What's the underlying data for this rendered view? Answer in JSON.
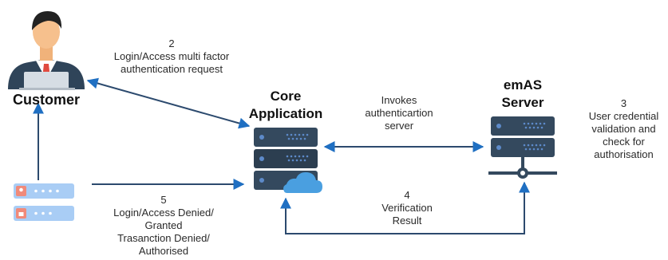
{
  "nodes": {
    "customer": {
      "label": "Customer"
    },
    "core_app": {
      "label_line1": "Core",
      "label_line2": "Application"
    },
    "emas": {
      "label_line1": "emAS",
      "label_line2": "Server"
    }
  },
  "steps": {
    "step2": {
      "number": "2",
      "line1": "Login/Access multi factor",
      "line2": "authentication request"
    },
    "invokes": {
      "line1": "Invokes",
      "line2": "authenticartion",
      "line3": "server"
    },
    "step3": {
      "number": "3",
      "line1": "User credential",
      "line2": "validation and",
      "line3": "check for",
      "line4": "authorisation"
    },
    "step4": {
      "number": "4",
      "line1": "Verification",
      "line2": "Result"
    },
    "step5": {
      "number": "5",
      "line1": "Login/Access Denied/",
      "line2": "Granted",
      "line3": "Trasanction Denied/",
      "line4": "Authorised"
    }
  },
  "colors": {
    "arrow": "#2c4a6e",
    "arrow_head": "#1f6fc2",
    "server_dark": "#34495e",
    "server_dots": "#5d8ac9",
    "cloud": "#4a9fe0",
    "card": "#a9cdf5",
    "card_icon": "#f08a7a"
  }
}
